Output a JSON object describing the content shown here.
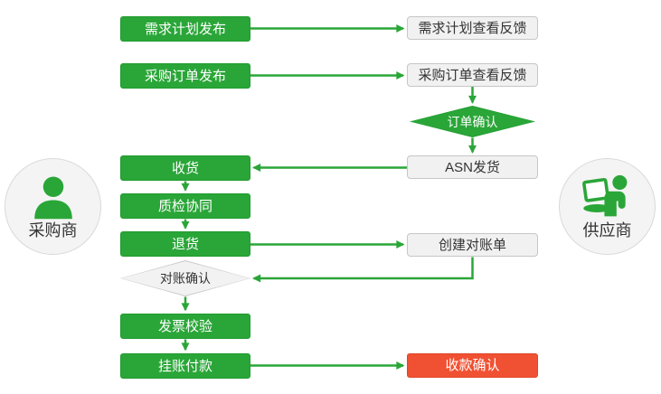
{
  "colors": {
    "green": "#2AA638",
    "green_border": "#1F9A2E",
    "red": "#F05133",
    "gray_fill": "#F1F1F1",
    "gray_border": "#C6C6C6",
    "text_dark": "#333333",
    "text_light": "#FFFFFF"
  },
  "actors": {
    "buyer": {
      "label": "采购商",
      "icon": "person-icon"
    },
    "supplier": {
      "label": "供应商",
      "icon": "person-laptop-icon"
    }
  },
  "buyer_nodes": [
    {
      "label": "需求计划发布",
      "type": "process-green"
    },
    {
      "label": "采购订单发布",
      "type": "process-green"
    },
    {
      "label": "收货",
      "type": "process-green"
    },
    {
      "label": "质检协同",
      "type": "process-green"
    },
    {
      "label": "退货",
      "type": "process-green"
    },
    {
      "label": "对账确认",
      "type": "decision-gray"
    },
    {
      "label": "发票校验",
      "type": "process-green"
    },
    {
      "label": "挂账付款",
      "type": "process-green"
    }
  ],
  "supplier_nodes": [
    {
      "label": "需求计划查看反馈",
      "type": "process-gray"
    },
    {
      "label": "采购订单查看反馈",
      "type": "process-gray"
    },
    {
      "label": "订单确认",
      "type": "decision-green"
    },
    {
      "label": "ASN发货",
      "type": "process-gray"
    },
    {
      "label": "创建对账单",
      "type": "process-gray"
    },
    {
      "label": "收款确认",
      "type": "process-red"
    }
  ]
}
